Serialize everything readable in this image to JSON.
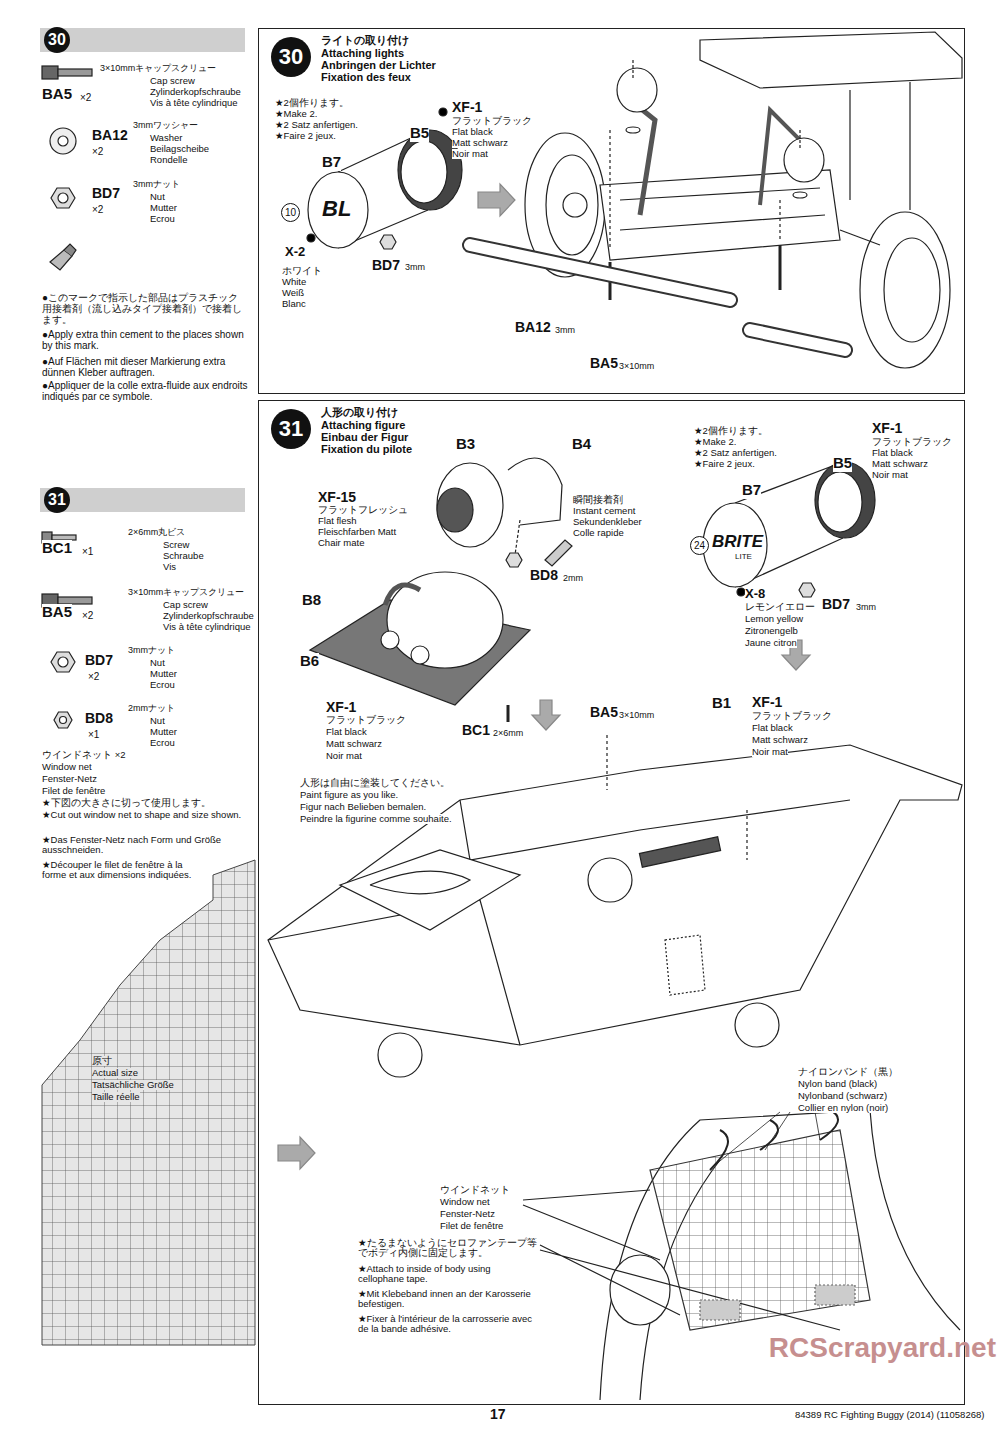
{
  "diagram": {
    "nodes": [
      {
        "text": [
          "30"
        ]
      },
      {
        "text": [
          "31"
        ]
      },
      {
        "text": [
          "30",
          "ライトの取り付け",
          "Attaching lights",
          "Anbringen der Lichter",
          "Fixation des feux"
        ]
      },
      {
        "text": [
          "31",
          "人形の取り付け",
          "Attaching figure",
          "Einbau der Figur",
          "Fixation du pilote"
        ]
      }
    ],
    "labels": [
      "3×10mmキャップスクリュー",
      "Cap screw",
      "Zylinderkopfschraube",
      "Vis à tête cylindrique",
      "BA5",
      "×2",
      "BA12",
      "×2",
      "3mmワッシャー",
      "Washer",
      "Beilagscheibe",
      "Rondelle",
      "BD7",
      "×2",
      "3mmナット",
      "Nut",
      "Mutter",
      "Ecrou",
      "●このマークで指示した部品はプラスチック用接着剤（流し込みタイプ接着剤）で接着します。",
      "●Apply extra thin cement to the places shown by this mark.",
      "●Auf Flächen mit dieser Markierung extra dünnen Kleber auftragen.",
      "●Appliquer de la colle extra-fluide aux endroits indiqués par ce symbole.",
      "2×6mm丸ビス",
      "Screw",
      "Schraube",
      "Vis",
      "BC1",
      "×1",
      "3×10mmキャップスクリュー",
      "Cap screw",
      "Zylinderkopfschraube",
      "Vis à tête cylindrique",
      "BA5",
      "×2",
      "BD7",
      "×2",
      "3mmナット",
      "Nut",
      "Mutter",
      "Ecrou",
      "BD8",
      "×1",
      "2mmナット",
      "Nut",
      "Mutter",
      "Ecrou",
      "ウインドネット ×2",
      "Window net",
      "Fenster-Netz",
      "Filet de fenêtre",
      "★下図の大きさに切って使用します。",
      "★Cut out window net to shape and size shown.",
      "★Das Fenster-Netz nach Form und Größe ausschneiden.",
      "★Découper le filet de fenêtre à la forme et aux dimensions indiquées.",
      "原寸",
      "Actual size",
      "Tatsächliche Größe",
      "Taille réelle",
      "★2個作ります。",
      "★Make 2.",
      "★2 Satz anfertigen.",
      "★Faire 2 jeux.",
      "B7",
      "B5",
      "10",
      "BL",
      "X-2",
      "ホワイト",
      "White",
      "Weiß",
      "Blanc",
      "BD7",
      "3mm",
      "XF-1",
      "フラットブラック",
      "Flat black",
      "Matt schwarz",
      "Noir mat",
      "BA12",
      "3mm",
      "BA5",
      "3×10mm",
      "B3",
      "B4",
      "XF-15",
      "フラットフレッシュ",
      "Flat flesh",
      "Fleischfarben Matt",
      "Chair mate",
      "瞬間接着剤",
      "Instant cement",
      "Sekundenkleber",
      "Colle rapide",
      "BD8",
      "2mm",
      "B8",
      "B6",
      "XF-1",
      "フラットブラック",
      "Flat black",
      "Matt schwarz",
      "Noir mat",
      "BC1",
      "2×6mm",
      "人形は自由に塗装してください。",
      "Paint figure as you like.",
      "Figur nach Belieben bemalen.",
      "Peindre la figurine comme souhaite.",
      "★2個作ります。",
      "★Make 2.",
      "★2 Satz anfertigen.",
      "★Faire 2 jeux.",
      "XF-1",
      "フラットブラック",
      "Flat black",
      "Matt schwarz",
      "Noir mat",
      "B5",
      "B7",
      "24",
      "BRITE",
      "LITE",
      "X-8",
      "レモンイエロー",
      "Lemon yellow",
      "Zitronengelb",
      "Jaune citron",
      "BD7",
      "3mm",
      "B1",
      "XF-1",
      "フラットブラック",
      "Flat black",
      "Matt schwarz",
      "Noir mat",
      "BA5",
      "3×10mm",
      "ナイロンバンド（黒）",
      "Nylon band (black)",
      "Nylonband (schwarz)",
      "Collier en nylon (noir)",
      "ウインドネット",
      "Window net",
      "Fenster-Netz",
      "Filet de fenêtre",
      "★たるまないようにセロファンテープ等でボディ内側に固定します。",
      "★Attach to inside of body using cellophane tape.",
      "★Mit Klebeband innen an der Karosserie befestigen.",
      "★Fixer à l'intérieur de la carrosserie avec de la bande adhésive.",
      "17",
      "84389 RC Fighting Buggy (2014) (11058268)",
      "RCScrapyard.net"
    ]
  }
}
